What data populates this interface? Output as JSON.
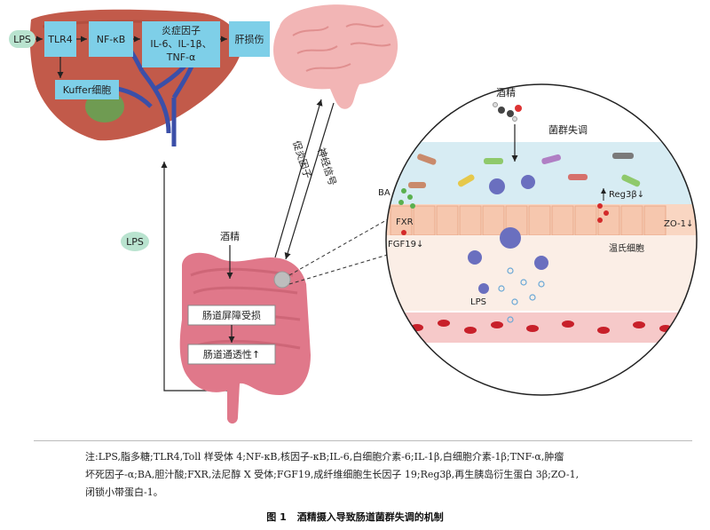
{
  "diagram": {
    "lps_left": "LPS",
    "tlr4": "TLR4",
    "nfkb": "NF-κB",
    "cytokines_line1": "炎症因子",
    "cytokines_line2": "IL-6、IL-1β、",
    "cytokines_line3": "TNF-α",
    "liver_injury": "肝损伤",
    "kuffer": "Kuffer细胞",
    "lps_mid": "LPS",
    "alcohol_gut": "酒精",
    "barrier": "肠道屏障受损",
    "permeability": "肠道通透性↑",
    "proinflam_label": "促炎因子",
    "neural_label": "神经信号",
    "alcohol_circle": "酒精",
    "dysbiosis": "菌群失调",
    "ba": "BA",
    "fxr": "FXR",
    "fgf19": "FGF19↓",
    "reg3b": "Reg3β↓",
    "zo1": "ZO-1↓",
    "paneth": "温氏细胞",
    "lps_circle": "LPS"
  },
  "note": {
    "line1": "注:LPS,脂多糖;TLR4,Toll 样受体 4;NF-κB,核因子-κB;IL-6,白细胞介素-6;IL-1β,白细胞介素-1β;TNF-α,肿瘤",
    "line2": "坏死因子-α;BA,胆汁酸;FXR,法尼醇 X 受体;FGF19,成纤维细胞生长因子 19;Reg3β,再生胰岛衍生蛋白 3β;ZO-1,",
    "line3": "闭锁小带蛋白-1。"
  },
  "caption": {
    "number": "图 1",
    "title": "酒精摄入导致肠道菌群失调的机制"
  },
  "colors": {
    "box_blue": "#7ecfe8",
    "liver": "#c25a4a",
    "brain": "#f2b5b5",
    "intestine": "#e0788a",
    "blood_vessel": "#c8202a",
    "lps_bubble": "#b9e3cf"
  }
}
